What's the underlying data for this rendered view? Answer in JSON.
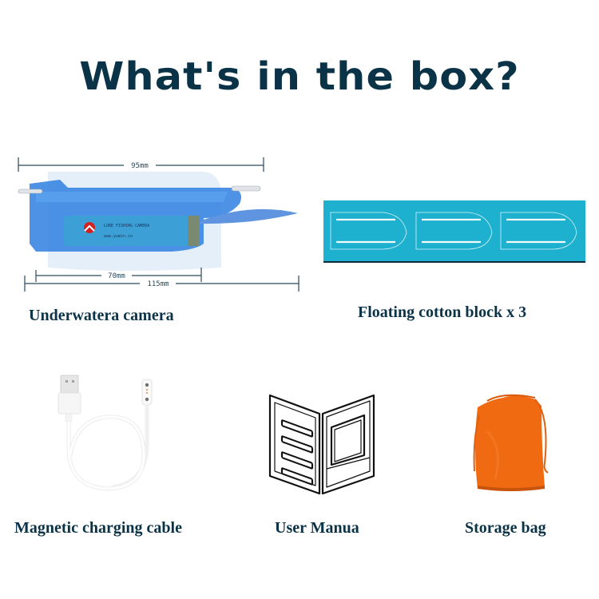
{
  "title": "What's in the box?",
  "colors": {
    "title": "#0b3347",
    "caption": "#0b3347",
    "float_block": "#1eb0cf",
    "camera_blue": "#2f7fe0",
    "bag_orange": "#f06a12"
  },
  "items": [
    {
      "id": "camera",
      "caption": "Underwatera camera",
      "icon": "underwater-camera-image",
      "dimensions": {
        "top": "95mm",
        "inner": "70mm",
        "bottom": "115mm"
      },
      "battery_label": {
        "line1": "LURE FISHING CAMERA",
        "line2": "www.yumin.cn"
      }
    },
    {
      "id": "float",
      "caption": "Floating cotton block x 3",
      "icon": "floating-block-image",
      "count": 3
    },
    {
      "id": "cable",
      "caption": "Magnetic charging cable",
      "icon": "charging-cable-image"
    },
    {
      "id": "manual",
      "caption": "User Manua",
      "icon": "manual-book-icon"
    },
    {
      "id": "bag",
      "caption": "Storage bag",
      "icon": "storage-bag-image"
    }
  ]
}
